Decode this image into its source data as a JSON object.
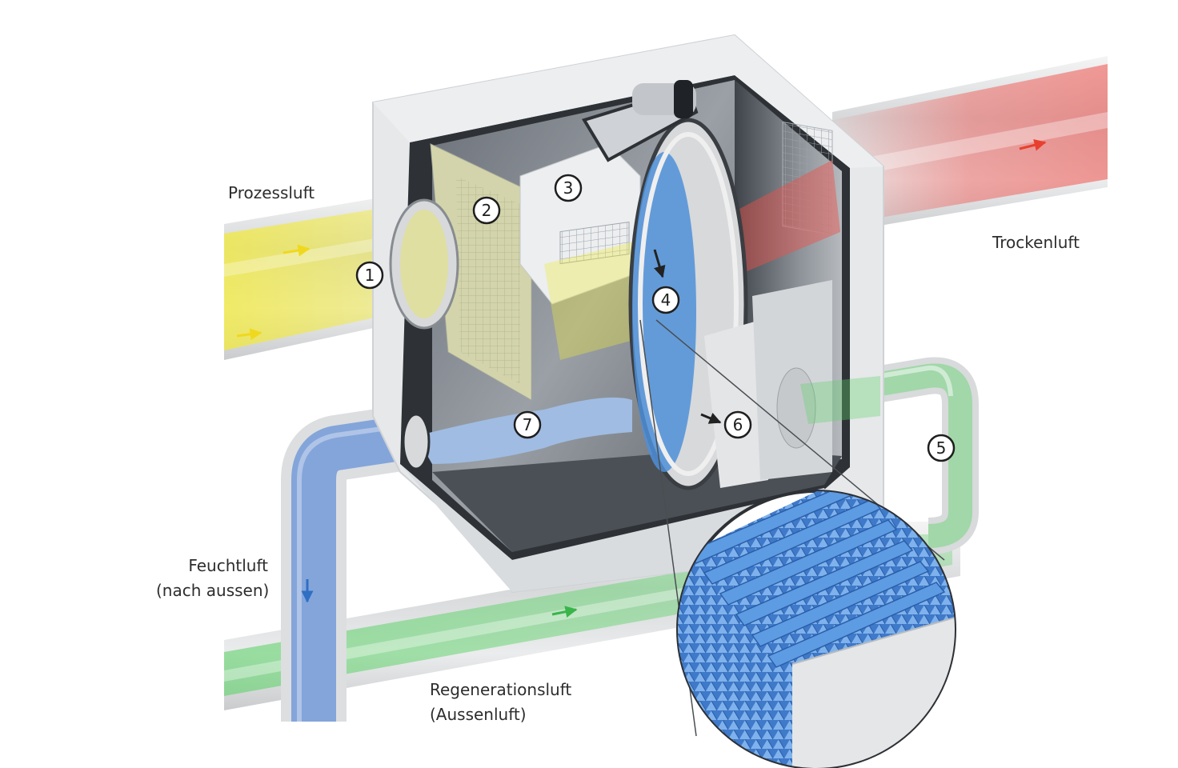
{
  "labels": {
    "prozessluft": "Prozessluft",
    "trockenluft": "Trockenluft",
    "feuchtluft": [
      "Feuchtluft",
      "(nach aussen)"
    ],
    "regenerationsluft": [
      "Regenerationsluft",
      "(Aussenluft)"
    ]
  },
  "markers": [
    "1",
    "2",
    "3",
    "4",
    "5",
    "6",
    "7"
  ],
  "colors": {
    "process_air": "#f2ea3a",
    "dry_air": "#f0504a",
    "wet_air": "#4a7fd6",
    "regeneration_air": "#5fd26a",
    "rotor": "#4f8fd8",
    "housing": "#e4e6e8"
  }
}
